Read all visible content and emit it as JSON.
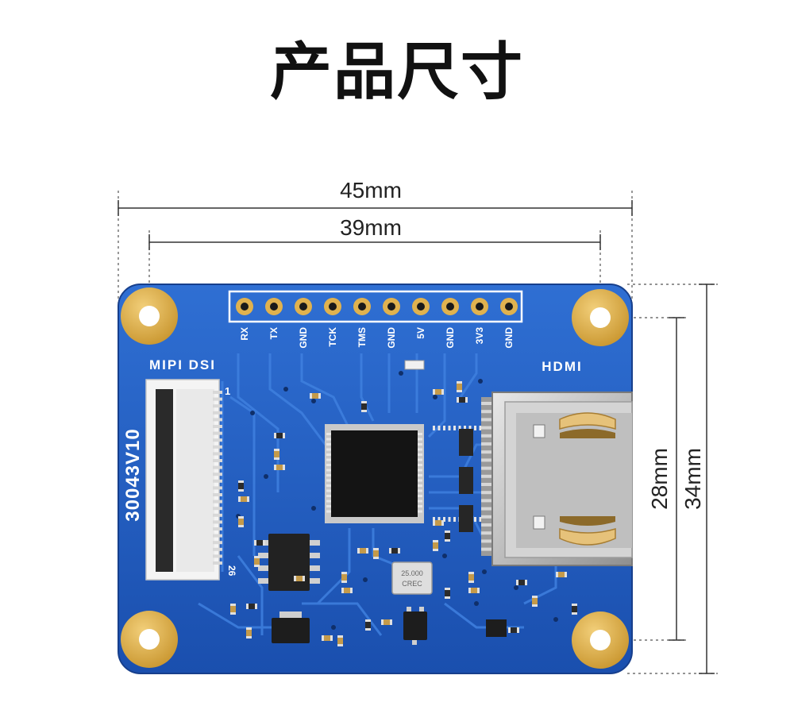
{
  "title": "产品尺寸",
  "dimensions": {
    "overall_width": "45mm",
    "hole_spacing_width": "39mm",
    "hole_spacing_height": "28mm",
    "overall_height": "34mm"
  },
  "board": {
    "pin_labels": [
      "RX",
      "TX",
      "GND",
      "TCK",
      "TMS",
      "GND",
      "5V",
      "GND",
      "3V3",
      "GND"
    ],
    "mipi_label": "MIPI DSI",
    "hdmi_label": "HDMI",
    "board_id": "30043V10",
    "pin_one": "1",
    "pin_last": "26",
    "crystal_text": "25.000",
    "crystal_sub": "CREC",
    "pcb_color": "#1f5cc0",
    "pad_color": "#e0b24f"
  }
}
